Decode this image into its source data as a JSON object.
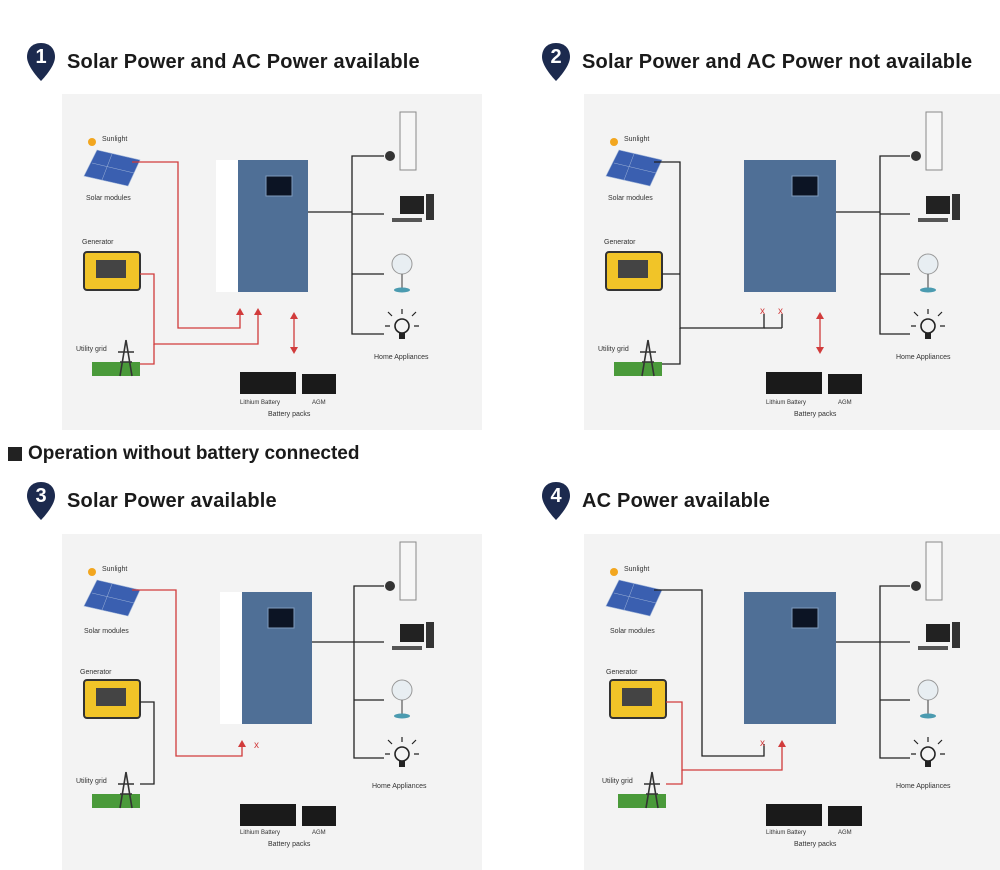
{
  "scenarios": [
    {
      "number": "1",
      "title": "Solar Power and AC Power available"
    },
    {
      "number": "2",
      "title": "Solar Power and AC Power not available"
    },
    {
      "number": "3",
      "title": "Solar Power available"
    },
    {
      "number": "4",
      "title": "AC Power available"
    }
  ],
  "section_heading": "Operation without battery connected",
  "labels": {
    "sunlight": "Sunlight",
    "solar_modules": "Solar modules",
    "generator": "Generator",
    "utility_grid": "Utility grid",
    "home_appliances": "Home Appliances",
    "lithium_battery": "Lithium Battery",
    "agm": "AGM",
    "battery_packs": "Battery packs",
    "x_mark": "x"
  },
  "colors": {
    "pin": "#1c2a4e",
    "panel_bg": "#f3f3f3",
    "inverter": "#4f6f96",
    "red_line": "#d13b3b",
    "black_line": "#222222"
  },
  "icons": [
    "map-pin-icon",
    "sun-icon",
    "solar-panel-icon",
    "generator-icon",
    "utility-tower-icon",
    "inverter-icon",
    "battery-icon",
    "air-conditioner-icon",
    "computer-icon",
    "fan-icon",
    "light-bulb-icon"
  ]
}
